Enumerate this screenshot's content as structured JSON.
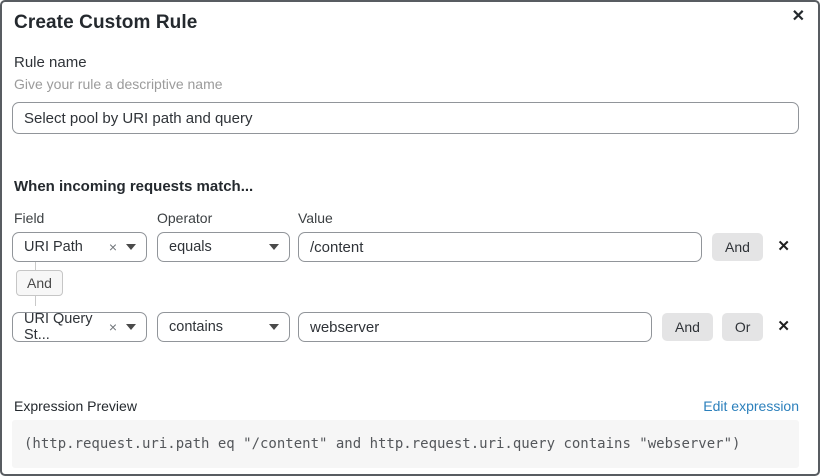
{
  "dialog": {
    "title": "Create Custom Rule",
    "close_icon": "✕"
  },
  "rule_name": {
    "label": "Rule name",
    "help": "Give your rule a descriptive name",
    "value": "Select pool by URI path and query"
  },
  "match": {
    "heading": "When incoming requests match...",
    "columns": {
      "field": "Field",
      "operator": "Operator",
      "value": "Value"
    },
    "rows": [
      {
        "field": "URI Path",
        "clear_icon": "×",
        "operator": "equals",
        "value": "/content",
        "buttons": [
          "And"
        ],
        "delete_icon": "✕"
      },
      {
        "field": "URI Query St...",
        "clear_icon": "×",
        "operator": "contains",
        "value": "webserver",
        "buttons": [
          "And",
          "Or"
        ],
        "delete_icon": "✕"
      }
    ],
    "connector": "And"
  },
  "expression": {
    "label": "Expression Preview",
    "edit_link": "Edit expression",
    "code": "(http.request.uri.path eq \"/content\" and http.request.uri.query contains \"webserver\")"
  },
  "colors": {
    "link_blue": "#2c80bc",
    "chip_bg": "#e4e4e5",
    "code_bg": "#f6f6f6",
    "border_gray": "#91959a"
  }
}
